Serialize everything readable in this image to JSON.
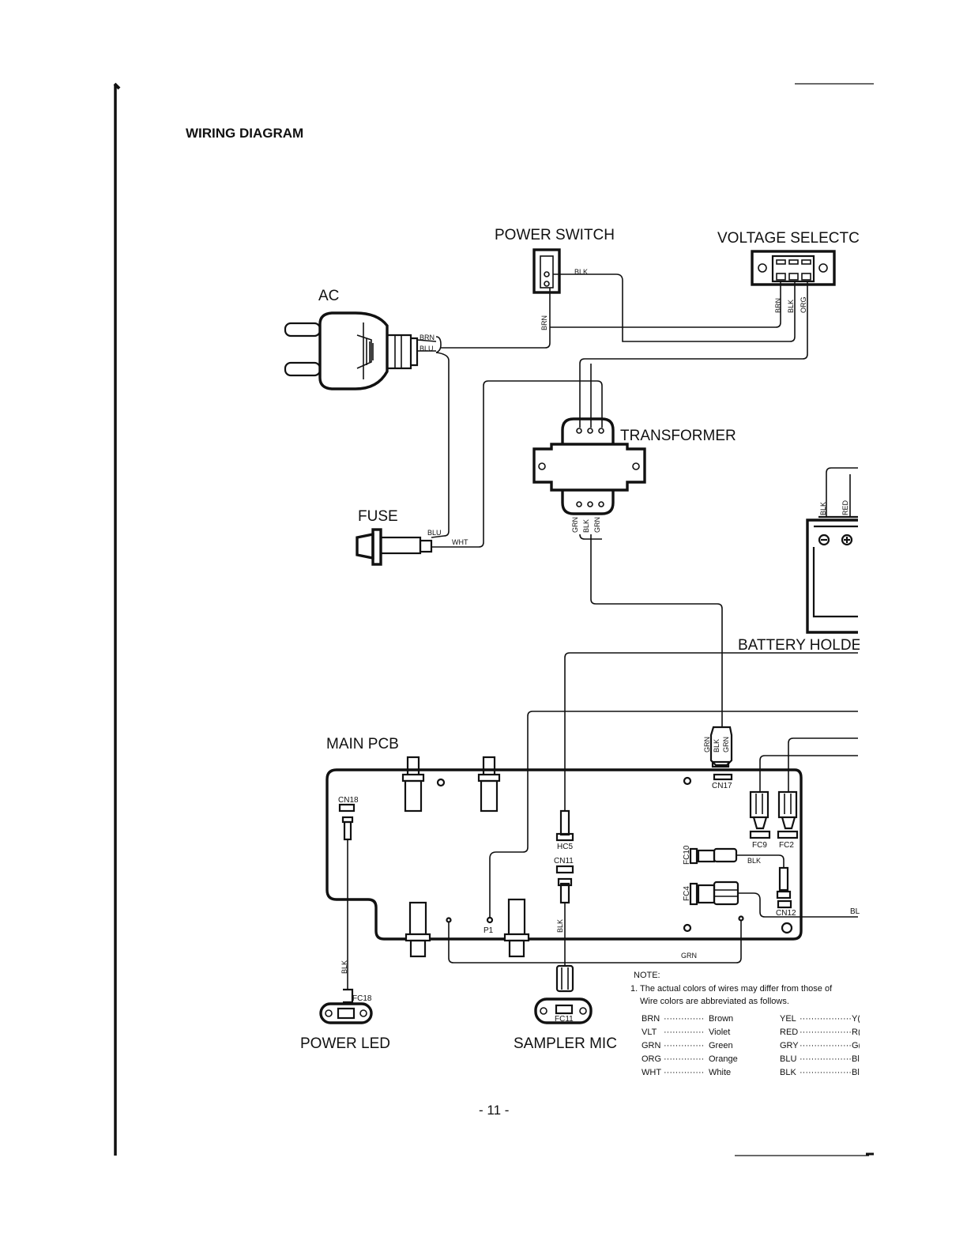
{
  "page": {
    "title": "WIRING DIAGRAM",
    "page_number": "- 11 -"
  },
  "components": {
    "ac": "AC",
    "power_switch": "POWER SWITCH",
    "voltage_selector": "VOLTAGE SELECTC",
    "transformer": "TRANSFORMER",
    "fuse": "FUSE",
    "battery_holder": "BATTERY HOLDE",
    "main_pcb": "MAIN PCB",
    "power_led": "POWER LED",
    "sampler_mic": "SAMPLER MIC"
  },
  "wires": {
    "ac_brn": "BRN",
    "ac_blu": "BLU",
    "switch_blk": "BLK",
    "switch_brn": "BRN",
    "vs_brn": "BRN",
    "vs_blk": "BLK",
    "vs_org": "ORG",
    "fuse_blu": "BLU",
    "fuse_wht": "WHT",
    "tr_grn1": "GRN",
    "tr_blk": "BLK",
    "tr_grn2": "GRN",
    "bat_blk": "BLK",
    "bat_red": "RED",
    "cn17_grn1": "GRN",
    "cn17_blk": "BLK",
    "cn17_grn2": "GRN",
    "led_blk": "BLK",
    "mic_blk": "BLK",
    "bottom_grn": "GRN",
    "fc10_blk": "BLK",
    "right_bl": "BL"
  },
  "connectors": {
    "cn18": "CN18",
    "cn17": "CN17",
    "hc5": "HC5",
    "cn11": "CN11",
    "fc9": "FC9",
    "fc2": "FC2",
    "fc10": "FC10",
    "fc4": "FC4",
    "cn12": "CN12",
    "p1": "P1",
    "fc18": "FC18",
    "fc11": "FC11"
  },
  "note": {
    "heading": "NOTE:",
    "line1": "1. The actual colors of wires may differ from those of",
    "line2": "Wire colors are abbreviated as follows.",
    "legend": [
      {
        "code": "BRN",
        "dots": "··············",
        "name": "Brown"
      },
      {
        "code": "VLT",
        "dots": "··············",
        "name": "Violet"
      },
      {
        "code": "GRN",
        "dots": "··············",
        "name": "Green"
      },
      {
        "code": "ORG",
        "dots": "··············",
        "name": "Orange"
      },
      {
        "code": "WHT",
        "dots": "··············",
        "name": "White"
      },
      {
        "code": "YEL",
        "dots": "··················",
        "name": "Y("
      },
      {
        "code": "RED",
        "dots": "··················",
        "name": "R("
      },
      {
        "code": "GRY",
        "dots": "··················",
        "name": "G("
      },
      {
        "code": "BLU",
        "dots": "··················",
        "name": "Bl"
      },
      {
        "code": "BLK",
        "dots": "··················",
        "name": "Bl"
      }
    ]
  }
}
